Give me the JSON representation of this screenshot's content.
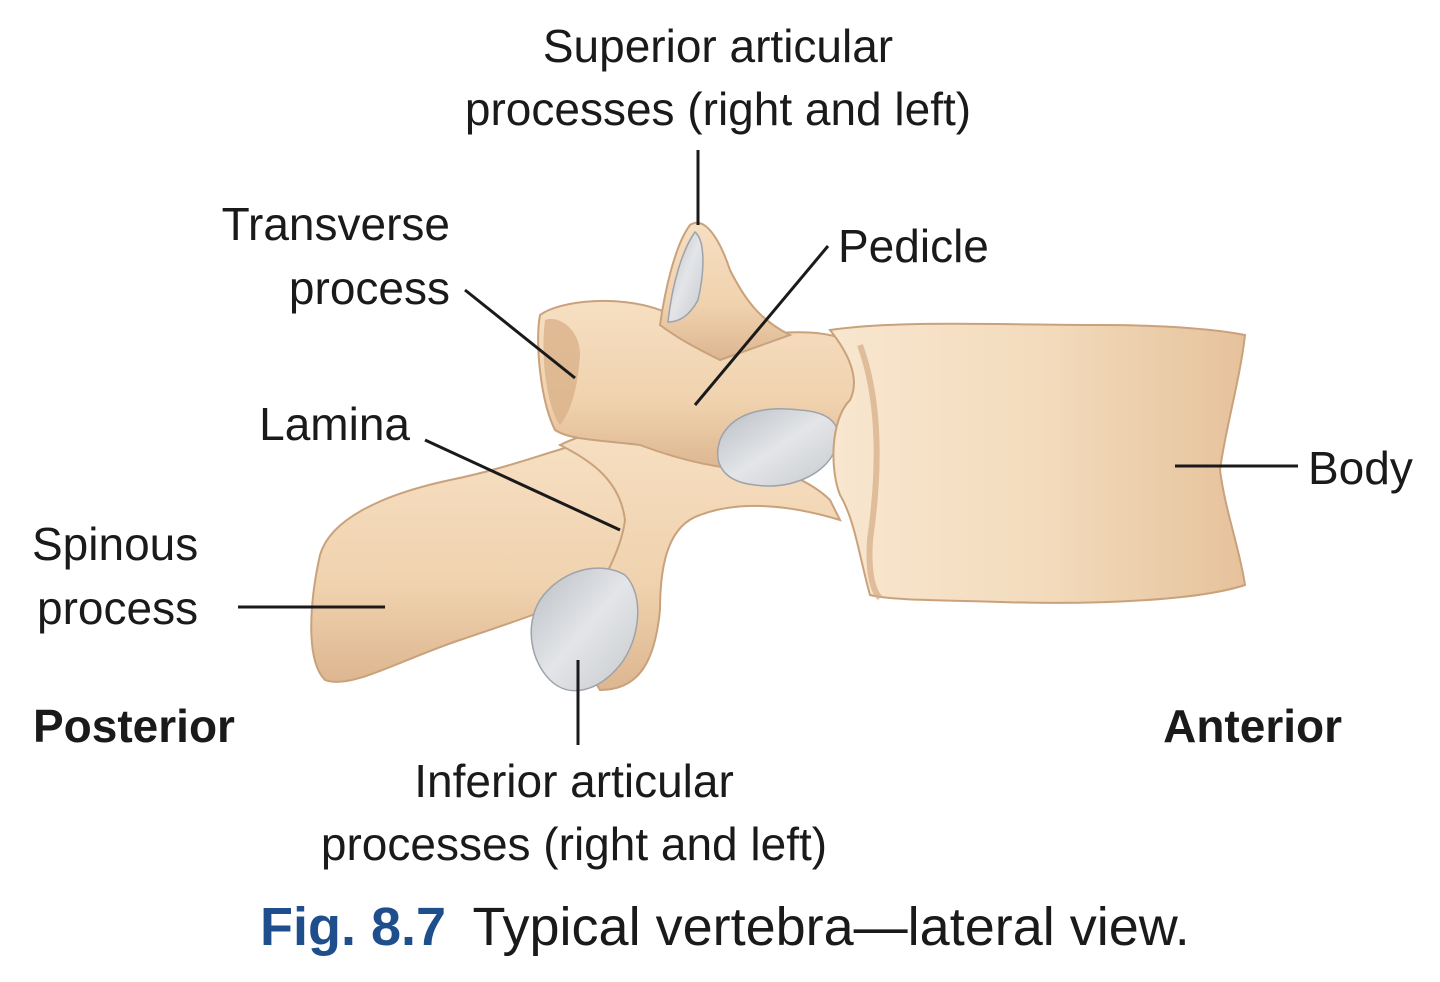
{
  "labels": {
    "superior_articular_line1": "Superior articular",
    "superior_articular_line2": "processes (right and left)",
    "transverse_line1": "Transverse",
    "transverse_line2": "process",
    "pedicle": "Pedicle",
    "lamina": "Lamina",
    "spinous_line1": "Spinous",
    "spinous_line2": "process",
    "body": "Body",
    "inferior_articular_line1": "Inferior articular",
    "inferior_articular_line2": "processes (right and left)"
  },
  "orientation": {
    "posterior": "Posterior",
    "anterior": "Anterior"
  },
  "caption": {
    "number": "Fig. 8.7",
    "text": "Typical vertebra—lateral view."
  },
  "colors": {
    "bone": "#f0d2ae",
    "bone_shadow": "#d9b28a",
    "cartilage": "#d3d6da",
    "caption_number": "#1f4e8c",
    "text": "#1a1a1a"
  }
}
